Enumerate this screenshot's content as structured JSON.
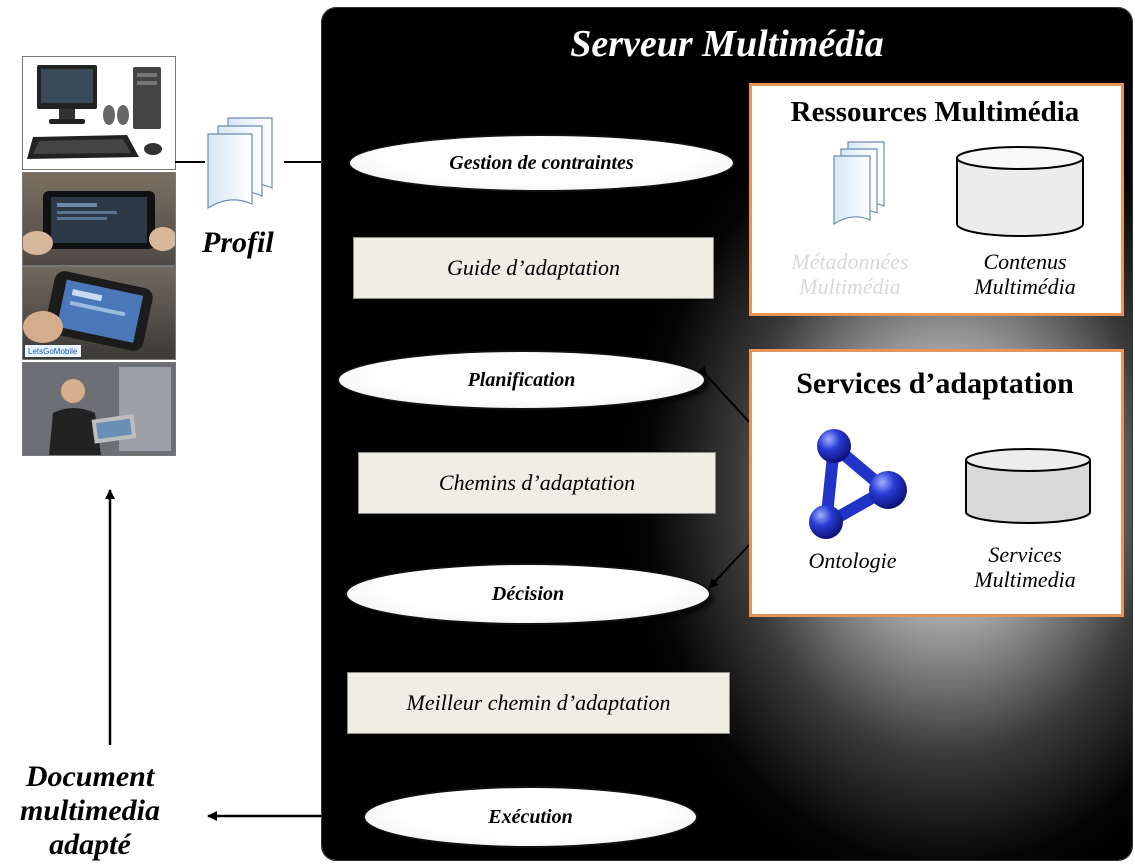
{
  "server": {
    "title": "Serveur Multimédia"
  },
  "flow": {
    "gestion": "Gestion de contraintes",
    "guide": "Guide d’adaptation",
    "planification": "Planification",
    "chemins": "Chemins d’adaptation",
    "decision": "Décision",
    "meilleur": "Meilleur chemin d’adaptation",
    "execution": "Exécution"
  },
  "ressources": {
    "title": "Ressources Multimédia",
    "metadonnees_line1": "Métadonnées",
    "metadonnees_line2": "Multimédia",
    "contenus_line1": "Contenus",
    "contenus_line2": "Multimédia"
  },
  "services": {
    "title": "Services d’adaptation",
    "ontologie": "Ontologie",
    "services_line1": "Services",
    "services_line2": "Multimedia"
  },
  "profil": {
    "label": "Profil"
  },
  "document": {
    "line1": "Document",
    "line2": "multimedia",
    "line3": "adapté"
  },
  "devices": {
    "tablet_brand": "LetsGoMobile"
  },
  "colors": {
    "box_border": "#e8935a",
    "rect_fill": "#efede4",
    "ontology_blue": "#2a3bd6"
  }
}
